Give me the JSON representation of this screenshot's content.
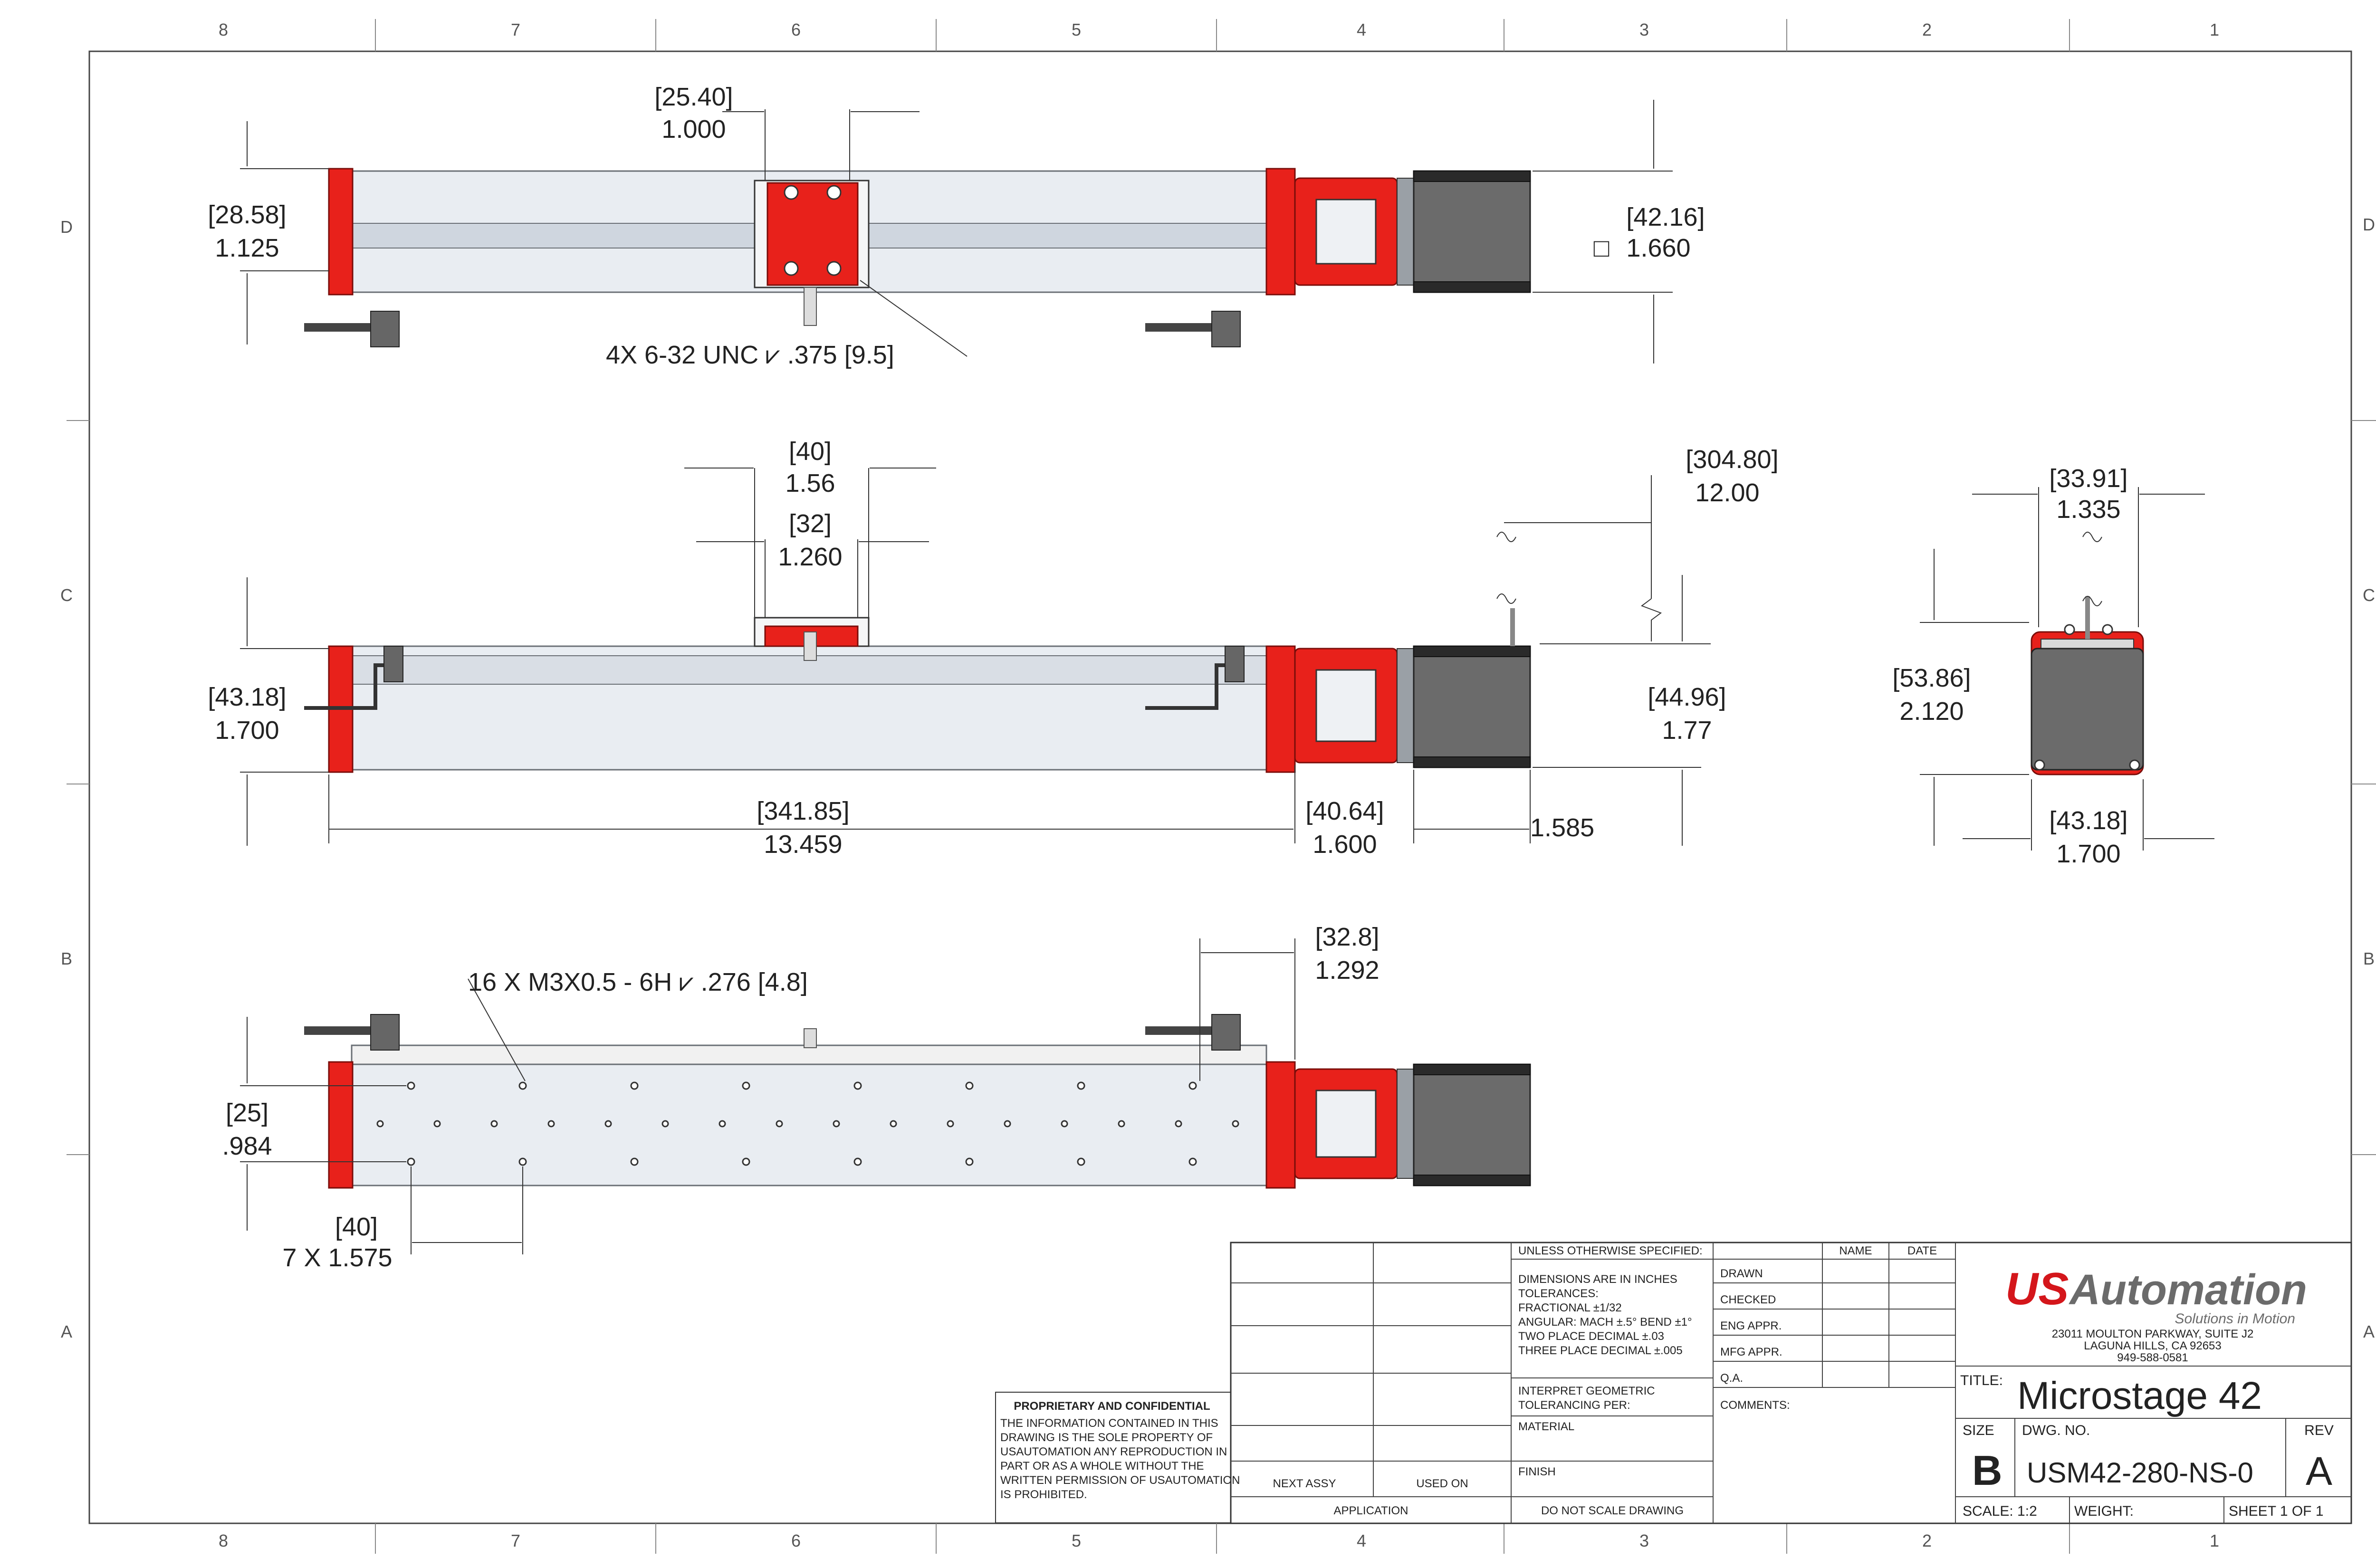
{
  "zones": {
    "columns": [
      "8",
      "7",
      "6",
      "5",
      "4",
      "3",
      "2",
      "1"
    ],
    "rows": [
      "D",
      "C",
      "B",
      "A"
    ]
  },
  "top_view": {
    "carriage_width_mm": "[25.40]",
    "carriage_width_in": "1.000",
    "rail_height_mm": "[28.58]",
    "rail_height_in": "1.125",
    "motor_square_mm": "[42.16]",
    "motor_square_in": "1.660",
    "motor_square_symbol": "□",
    "tapped_holes_note": "4X 6-32 UNC  ⩗ .375 [9.5]"
  },
  "side_view": {
    "plate_outer_mm": "[40]",
    "plate_outer_in": "1.56",
    "plate_inner_mm": "[32]",
    "plate_inner_in": "1.260",
    "travel_mm": "[304.80]",
    "travel_in": "12.00",
    "body_height_mm": "[43.18]",
    "body_height_in": "1.700",
    "motor_height_mm": "[44.96]",
    "motor_height_in": "1.77",
    "length_mm": "[341.85]",
    "length_in": "13.459",
    "coupler_mm": "[40.64]",
    "coupler_in": "1.600",
    "motor_len_in": "1.585"
  },
  "end_view": {
    "width_top_mm": "[33.91]",
    "width_top_in": "1.335",
    "height_mm": "[53.86]",
    "height_in": "2.120",
    "width_bottom_mm": "[43.18]",
    "width_bottom_in": "1.700"
  },
  "bottom_view": {
    "holes_note": "16 X M3X0.5  - 6H ⩗ .276  [4.8]",
    "offset_mm": "[32.8]",
    "offset_in": "1.292",
    "pitch_mm": "[25]",
    "pitch_in": ".984",
    "spacing_mm": "[40]",
    "spacing_in": "7 X 1.575"
  },
  "proprietary": {
    "heading": "PROPRIETARY AND CONFIDENTIAL",
    "lines": [
      "THE INFORMATION CONTAINED IN THIS",
      "DRAWING IS THE SOLE PROPERTY OF",
      "USAUTOMATION ANY REPRODUCTION IN",
      "PART OR AS A WHOLE WITHOUT THE",
      "WRITTEN PERMISSION OF USAUTOMATION",
      "IS PROHIBITED."
    ]
  },
  "title_block": {
    "next_assy": "NEXT ASSY",
    "used_on": "USED ON",
    "application": "APPLICATION",
    "do_not_scale": "DO NOT SCALE DRAWING",
    "unless": "UNLESS OTHERWISE SPECIFIED:",
    "tolerance_lines": [
      "DIMENSIONS ARE IN INCHES",
      "TOLERANCES:",
      "FRACTIONAL ±1/32",
      "ANGULAR: MACH ±.5° BEND ±1°",
      "TWO PLACE DECIMAL    ±.03",
      "THREE PLACE DECIMAL  ±.005"
    ],
    "interpret_lines": [
      "INTERPRET GEOMETRIC",
      "TOLERANCING PER:"
    ],
    "material": "MATERIAL",
    "finish": "FINISH",
    "name_col": "NAME",
    "date_col": "DATE",
    "roles": [
      "DRAWN",
      "CHECKED",
      "ENG APPR.",
      "MFG APPR.",
      "Q.A."
    ],
    "comments": "COMMENTS:",
    "logo_us": "US",
    "logo_automation": "Automation",
    "tagline": "Solutions in Motion",
    "address_lines": [
      "23011 MOULTON PARKWAY, SUITE J2",
      "LAGUNA HILLS, CA 92653",
      "949-588-0581"
    ],
    "title_label": "TITLE:",
    "title": "Microstage 42",
    "size_label": "SIZE",
    "size": "B",
    "dwg_no_label": "DWG.  NO.",
    "dwg_no": "USM42-280-NS-0",
    "rev_label": "REV",
    "rev": "A",
    "scale": "SCALE: 1:2",
    "weight": "WEIGHT:",
    "sheet": "SHEET 1 OF 1"
  }
}
